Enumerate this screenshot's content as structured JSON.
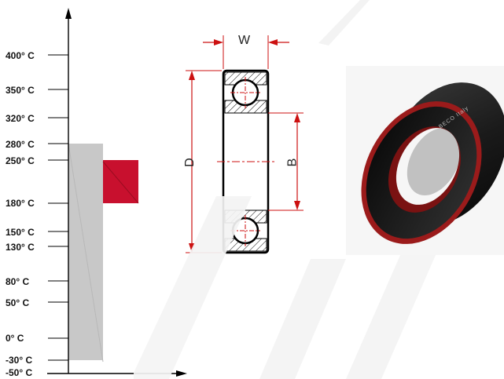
{
  "temperature_scale": {
    "ticks": [
      {
        "label": "400° C",
        "value": 400
      },
      {
        "label": "350° C",
        "value": 350
      },
      {
        "label": "320° C",
        "value": 320
      },
      {
        "label": "280° C",
        "value": 280
      },
      {
        "label": "250° C",
        "value": 250
      },
      {
        "label": "180° C",
        "value": 180
      },
      {
        "label": "150° C",
        "value": 150
      },
      {
        "label": "130° C",
        "value": 130
      },
      {
        "label": "80° C",
        "value": 80
      },
      {
        "label": "50° C",
        "value": 50
      },
      {
        "label": "0° C",
        "value": 0
      },
      {
        "label": "-30° C",
        "value": -30
      },
      {
        "label": "-50° C",
        "value": -50
      }
    ],
    "gray_range": {
      "from": -30,
      "to": 280,
      "color": "#c8c8c8"
    },
    "red_range": {
      "from": 180,
      "to": 250,
      "color": "#c8102e"
    }
  },
  "bearing_dimensions": {
    "width": "W",
    "outer_diameter": "D",
    "bore": "B",
    "arrow_color": "#cc1111"
  },
  "product_photo": {
    "engraving": "BECO Italy",
    "seal_color": "#9b1b1b",
    "body_color": "#1a1a1a"
  }
}
